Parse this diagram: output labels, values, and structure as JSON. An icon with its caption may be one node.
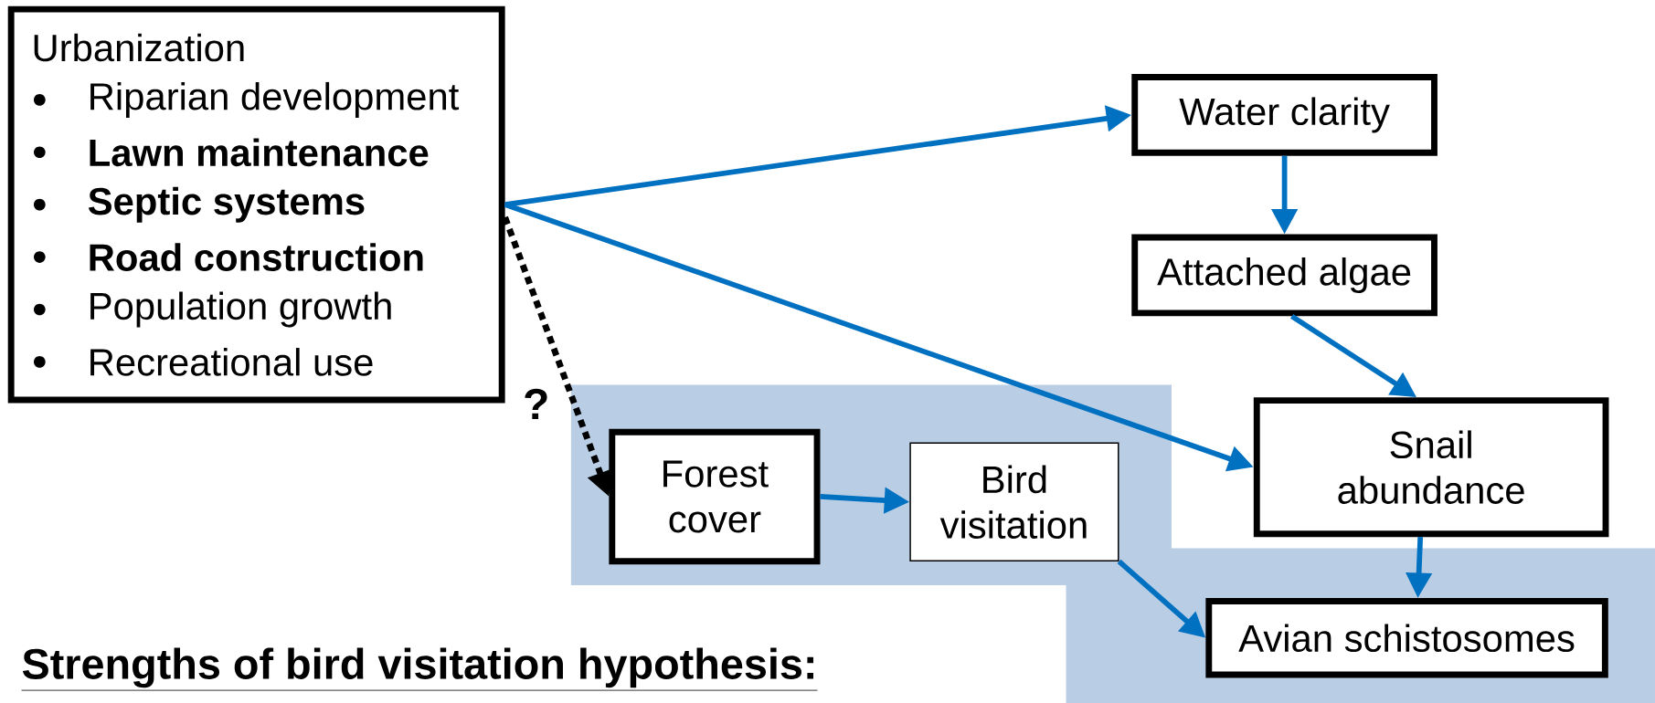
{
  "diagram": {
    "title": "Strengths of bird visitation hypothesis:",
    "nodes": [
      {
        "text": [
          "Urbanization",
          "Riparian development",
          "**Lawn maintenance**",
          "**Septic systems**",
          "**Road construction**",
          "Population growth",
          "Recreational use"
        ]
      },
      {
        "text": [
          "Water clarity"
        ]
      },
      {
        "text": [
          "Attached algae"
        ]
      },
      {
        "text": [
          "Snail abundance"
        ]
      },
      {
        "text": [
          "Forest cover"
        ]
      },
      {
        "text": [
          "Bird visitation"
        ]
      },
      {
        "text": [
          "Avian schistosomes"
        ]
      }
    ],
    "edges": [
      {
        "from": 0,
        "to": 1,
        "arrow": "to"
      },
      {
        "from": 0,
        "to": 3,
        "arrow": "to"
      },
      {
        "from": 0,
        "to": 4,
        "arrow": "to",
        "label": "?",
        "style": "dashed",
        "color": "#000000"
      },
      {
        "from": 1,
        "to": 2,
        "arrow": "to"
      },
      {
        "from": 2,
        "to": 3,
        "arrow": "to"
      },
      {
        "from": 4,
        "to": 5,
        "arrow": "to"
      },
      {
        "from": 5,
        "to": 6,
        "arrow": "to"
      },
      {
        "from": 3,
        "to": 6,
        "arrow": "to"
      }
    ]
  }
}
